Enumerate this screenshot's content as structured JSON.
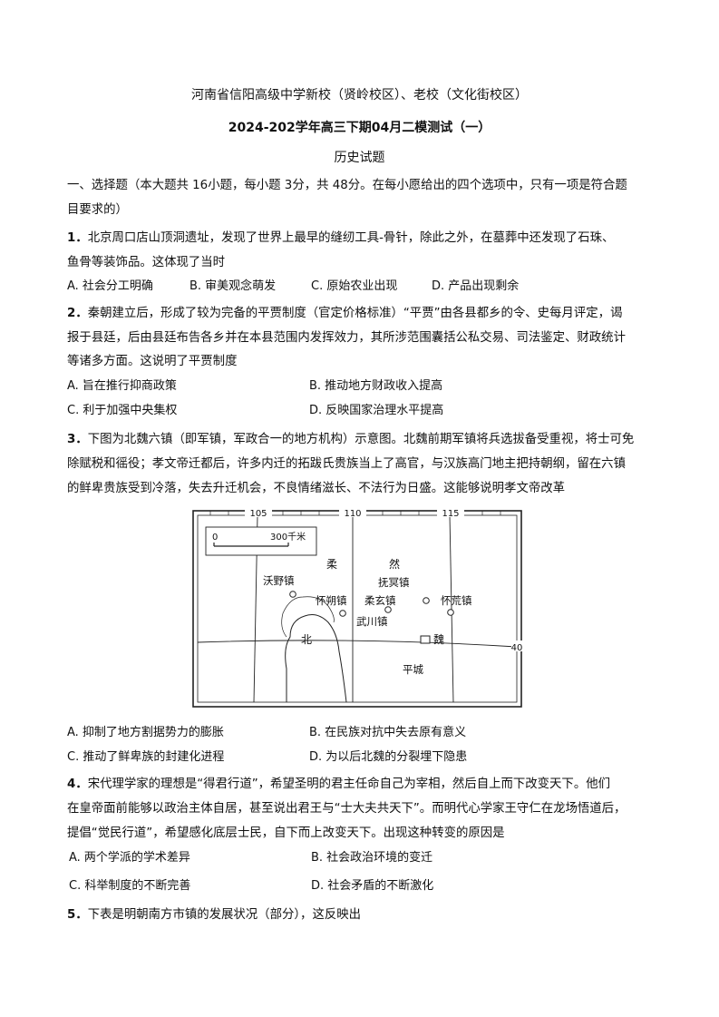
{
  "header": {
    "school": "河南省信阳高级中学新校（贤岭校区）、老校（文化街校区）",
    "exam": "2024-202学年高三下期04月二模测试（一）",
    "subject": "历史试题"
  },
  "section1": {
    "intro_line1": "一、选择题（本大题共 16小题，每小题 3分，共 48分。在每小愿给出的四个选项中，只有一项是符合题",
    "intro_line2": "目要求的）"
  },
  "questions": [
    {
      "num": "1．",
      "lines": [
        "北京周口店山顶洞遗址，发现了世界上最早的缝纫工具-骨针，除此之外，在墓葬中还发现了石珠、",
        "鱼骨等装饰品。这体现了当时"
      ],
      "options": [
        "A. 社会分工明确",
        "B. 审美观念萌发",
        "C. 原始农业出现",
        "D. 产品出现剩余"
      ]
    },
    {
      "num": "2．",
      "lines": [
        "秦朝建立后，形成了较为完备的平贾制度（官定价格标准）“平贾”由各县都乡的令、史每月评定，谒",
        "报于县廷，后由县廷布告各乡并在本县范围内发挥效力，其所涉范围囊括公私交易、司法鉴定、财政统计",
        "等诸多方面。这说明了平贾制度"
      ],
      "options": [
        "A. 旨在推行抑商政策",
        "B. 推动地方财政收入提高",
        "C. 利于加强中央集权",
        "D. 反映国家治理水平提高"
      ]
    },
    {
      "num": "3．",
      "lines": [
        "下图为北魏六镇（即军镇，军政合一的地方机构）示意图。北魏前期军镇将兵选拔备受重视，将士可免",
        "除赋税和徭役；孝文帝迁都后，许多内迁的拓跋氏贵族当上了高官，与汉族高门地主把持朝纲，留在六镇",
        "的鲜卑贵族受到冷落，失去升迁机会，不良情绪滋长、不法行为日盛。这能够说明孝文帝改革"
      ],
      "options": [
        "A. 抑制了地方割据势力的膨胀",
        "B. 在民族对抗中失去原有意义",
        "C. 推动了鲜卑族的封建化进程",
        "D. 为以后北魏的分裂埋下隐患"
      ]
    },
    {
      "num": "4．",
      "lines": [
        "宋代理学家的理想是“得君行道”，希望圣明的君主任命自己为宰相，然后自上而下改变天下。他们",
        "在皇帝面前能够以政治主体自居，甚至说出君王与“士大夫共天下”。而明代心学家王守仁在龙场悟道后，",
        "提倡“觉民行道”，希望感化底层士民，自下而上改变天下。出现这种转变的原因是"
      ],
      "options": [
        "A. 两个学派的学术差异",
        "B. 社会政治环境的变迁",
        "C. 科举制度的不断完善",
        "D. 社会矛盾的不断激化"
      ]
    },
    {
      "num": "5．",
      "lines": [
        "下表是明朝南方市镇的发展状况（部分），这反映出"
      ],
      "options": []
    }
  ],
  "map": {
    "longitudes": [
      "105",
      "110",
      "115"
    ],
    "latitude": "40",
    "scale_zero": "0",
    "scale_label": "300千米",
    "labels": {
      "rou": "柔",
      "ran": "然",
      "woye": "沃野镇",
      "fuming": "抚冥镇",
      "huaishuo": "怀朔镇",
      "rouxuan": "柔玄镇",
      "huaihuang": "怀荒镇",
      "wuchuan": "武川镇",
      "bei": "北",
      "wei": "魏",
      "pingcheng": "平城"
    }
  }
}
